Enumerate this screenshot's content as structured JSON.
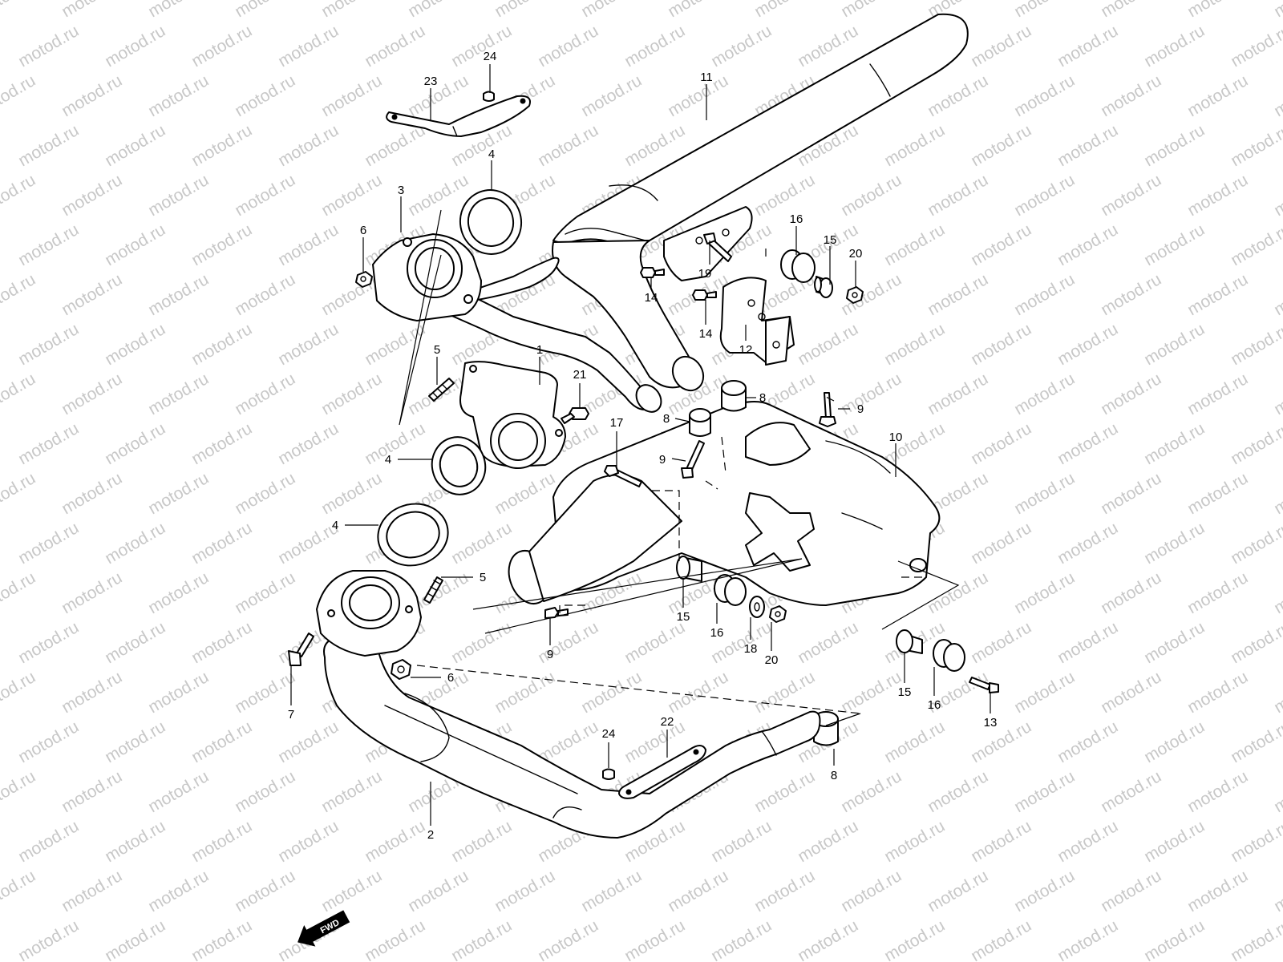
{
  "watermark": {
    "text": "motod.ru"
  },
  "fwd_badge": {
    "text": "FWD"
  },
  "callouts": [
    {
      "id": "c24a",
      "text": "24"
    },
    {
      "id": "c23",
      "text": "23"
    },
    {
      "id": "c11",
      "text": "11"
    },
    {
      "id": "c4a",
      "text": "4"
    },
    {
      "id": "c3",
      "text": "3"
    },
    {
      "id": "c6a",
      "text": "6"
    },
    {
      "id": "c16a",
      "text": "16"
    },
    {
      "id": "c15a",
      "text": "15"
    },
    {
      "id": "c20a",
      "text": "20"
    },
    {
      "id": "c19",
      "text": "19"
    },
    {
      "id": "c14a",
      "text": "14"
    },
    {
      "id": "c14b",
      "text": "14"
    },
    {
      "id": "c12",
      "text": "12"
    },
    {
      "id": "c5a",
      "text": "5"
    },
    {
      "id": "c1",
      "text": "1"
    },
    {
      "id": "c21",
      "text": "21"
    },
    {
      "id": "c8a",
      "text": "8"
    },
    {
      "id": "c9a",
      "text": "9"
    },
    {
      "id": "c8b",
      "text": "8"
    },
    {
      "id": "c17",
      "text": "17"
    },
    {
      "id": "c10",
      "text": "10"
    },
    {
      "id": "c9b",
      "text": "9"
    },
    {
      "id": "c4b",
      "text": "4"
    },
    {
      "id": "c4c",
      "text": "4"
    },
    {
      "id": "c5b",
      "text": "5"
    },
    {
      "id": "c15b",
      "text": "15"
    },
    {
      "id": "c16b",
      "text": "16"
    },
    {
      "id": "c18",
      "text": "18"
    },
    {
      "id": "c20b",
      "text": "20"
    },
    {
      "id": "c9c",
      "text": "9"
    },
    {
      "id": "c6b",
      "text": "6"
    },
    {
      "id": "c7",
      "text": "7"
    },
    {
      "id": "c15c",
      "text": "15"
    },
    {
      "id": "c16c",
      "text": "16"
    },
    {
      "id": "c13",
      "text": "13"
    },
    {
      "id": "c24b",
      "text": "24"
    },
    {
      "id": "c22",
      "text": "22"
    },
    {
      "id": "c8c",
      "text": "8"
    },
    {
      "id": "c2",
      "text": "2"
    }
  ]
}
